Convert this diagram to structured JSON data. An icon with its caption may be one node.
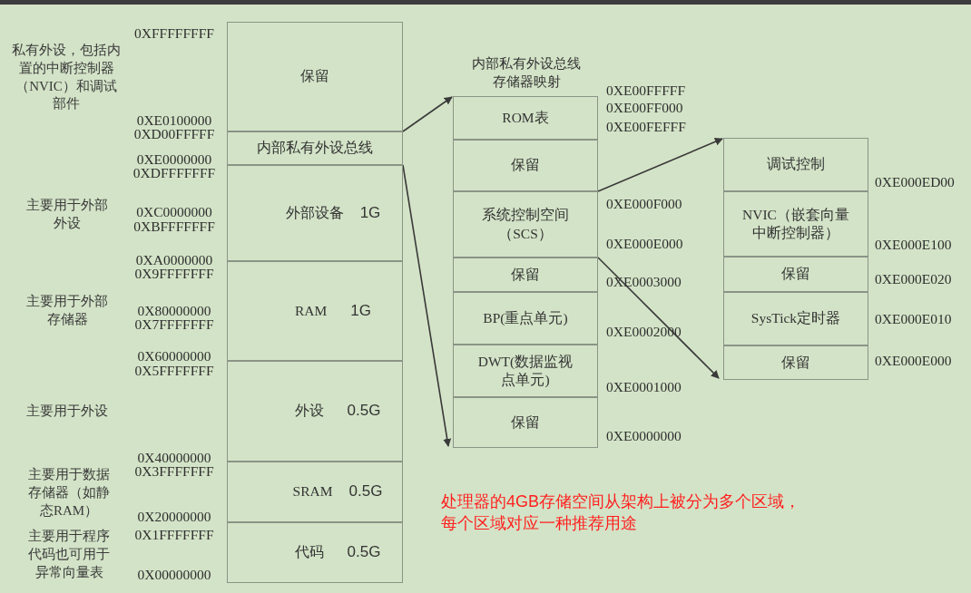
{
  "diagram": {
    "nodes": [
      {
        "text": [
          "保留"
        ]
      },
      {
        "text": [
          "内部私有外设总线"
        ]
      },
      {
        "text": [
          "外部设备",
          "1G"
        ]
      },
      {
        "text": [
          "RAM",
          "1G"
        ]
      },
      {
        "text": [
          "外设",
          "0.5G"
        ]
      },
      {
        "text": [
          "SRAM",
          "0.5G"
        ]
      },
      {
        "text": [
          "代码",
          "0.5G"
        ]
      },
      {
        "text": [
          "ROM表"
        ]
      },
      {
        "text": [
          "保留"
        ]
      },
      {
        "text": [
          "系统控制空间（SCS）"
        ]
      },
      {
        "text": [
          "保留"
        ]
      },
      {
        "text": [
          "BP(重点单元)"
        ]
      },
      {
        "text": [
          "DWT(数据监视点单元)"
        ]
      },
      {
        "text": [
          "保留"
        ]
      },
      {
        "text": [
          "调试控制"
        ]
      },
      {
        "text": [
          "NVIC（嵌套向量中断控制器）"
        ]
      },
      {
        "text": [
          "保留"
        ]
      },
      {
        "text": [
          "SysTick定时器"
        ]
      },
      {
        "text": [
          "保留"
        ]
      }
    ],
    "edges": [
      {
        "from": 1,
        "to": 7,
        "arrow": "to"
      },
      {
        "from": 1,
        "to": 13,
        "arrow": "to"
      },
      {
        "from": 9,
        "to": 14,
        "arrow": "to"
      },
      {
        "from": 9,
        "to": 18,
        "arrow": "to"
      }
    ],
    "labels": [
      "0XFFFFFFFF",
      "私有外设，包括内置的中断控制器（NVIC）和调试部件",
      "内部私有外设总线存储器映射",
      "0XE00FFFFF",
      "0XE00FF000",
      "0XE00FEFFF",
      "0XE0100000",
      "0XD00FFFFF",
      "0XE0000000",
      "0XDFFFFFFF",
      "0XE000ED00",
      "0XE000F000",
      "主要用于外部外设",
      "0XC0000000",
      "0XBFFFFFFF",
      "0XE000E000",
      "0XE000E100",
      "0XA0000000",
      "0X9FFFFFFF",
      "0XE0003000",
      "0XE000E020",
      "主要用于外部存储器",
      "0X80000000",
      "0X7FFFFFFF",
      "0XE000E010",
      "0XE0002000",
      "0X60000000",
      "0X5FFFFFFF",
      "0XE000E000",
      "0XE0001000",
      "主要用于外设",
      "0XE0000000",
      "0X40000000",
      "0X3FFFFFFF",
      "主要用于数据存储器（如静态RAM）",
      "处理器的4GB存储空间从架构上被分为多个区域，每个区域对应一种推荐用途",
      "0X20000000",
      "主要用于程序代码也可用于异常向量表",
      "0X1FFFFFFF",
      "0X00000000"
    ]
  }
}
